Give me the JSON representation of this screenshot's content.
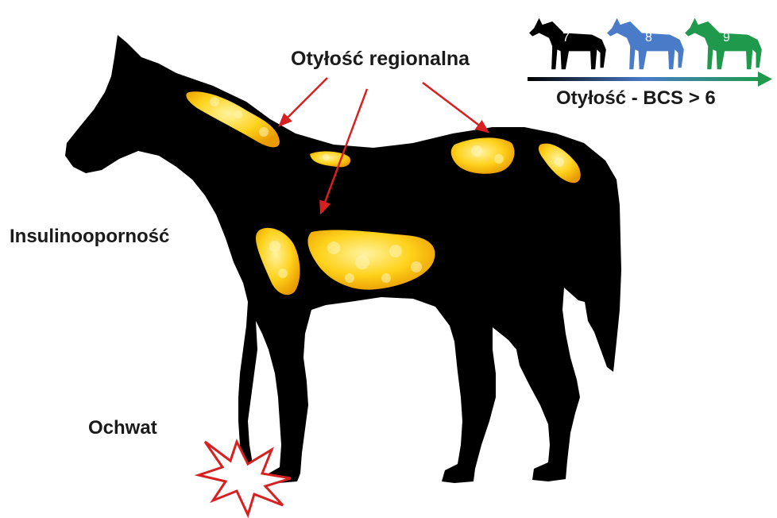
{
  "labels": {
    "regional_obesity": "Otyłość regionalna",
    "insulin_resistance": "Insulinooporność",
    "laminitis": "Ochwat",
    "bcs_title": "Otyłość -  BCS > 6"
  },
  "bcs_scale": [
    {
      "score": "7",
      "color": "#000000"
    },
    {
      "score": "8",
      "color": "#4a7bc8"
    },
    {
      "score": "9",
      "color": "#1f9a4c"
    }
  ],
  "colors": {
    "horse": "#000000",
    "fat_light": "#ffe680",
    "fat_dark": "#f2a800",
    "arrow": "#d82020",
    "burst": "#d82020"
  },
  "icons": [
    "horse-silhouette",
    "fat-deposit",
    "pain-burst-icon",
    "horse-icon"
  ]
}
